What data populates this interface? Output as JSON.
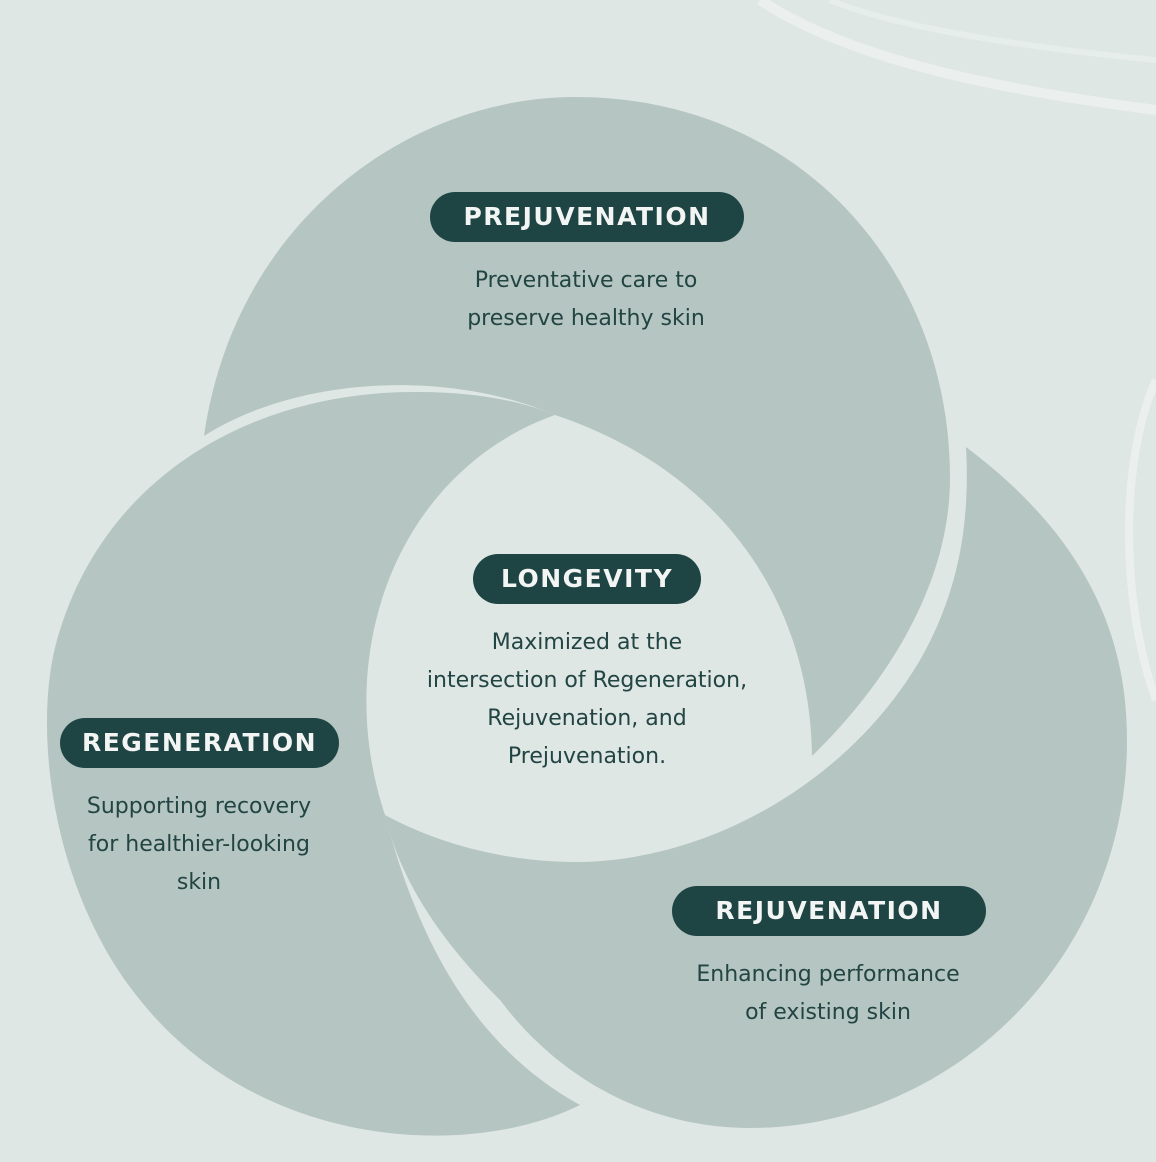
{
  "colors": {
    "background": "#dfe7e4",
    "petal": "#b5c5c1",
    "pill": "#1e4543",
    "pill_text": "#f2f5f4",
    "body_text": "#224543"
  },
  "prejuvenation": {
    "label": "PREJUVENATION",
    "description_lines": [
      "Preventative care to",
      "preserve healthy skin"
    ]
  },
  "longevity": {
    "label": "LONGEVITY",
    "description_lines": [
      "Maximized at the",
      "intersection of Regeneration,",
      "Rejuvenation, and",
      "Prejuvenation."
    ]
  },
  "regeneration": {
    "label": "REGENERATION",
    "description_lines": [
      "Supporting recovery",
      "for healthier-looking",
      "skin"
    ]
  },
  "rejuvenation": {
    "label": "REJUVENATION",
    "description_lines": [
      "Enhancing performance",
      "of existing skin"
    ]
  }
}
